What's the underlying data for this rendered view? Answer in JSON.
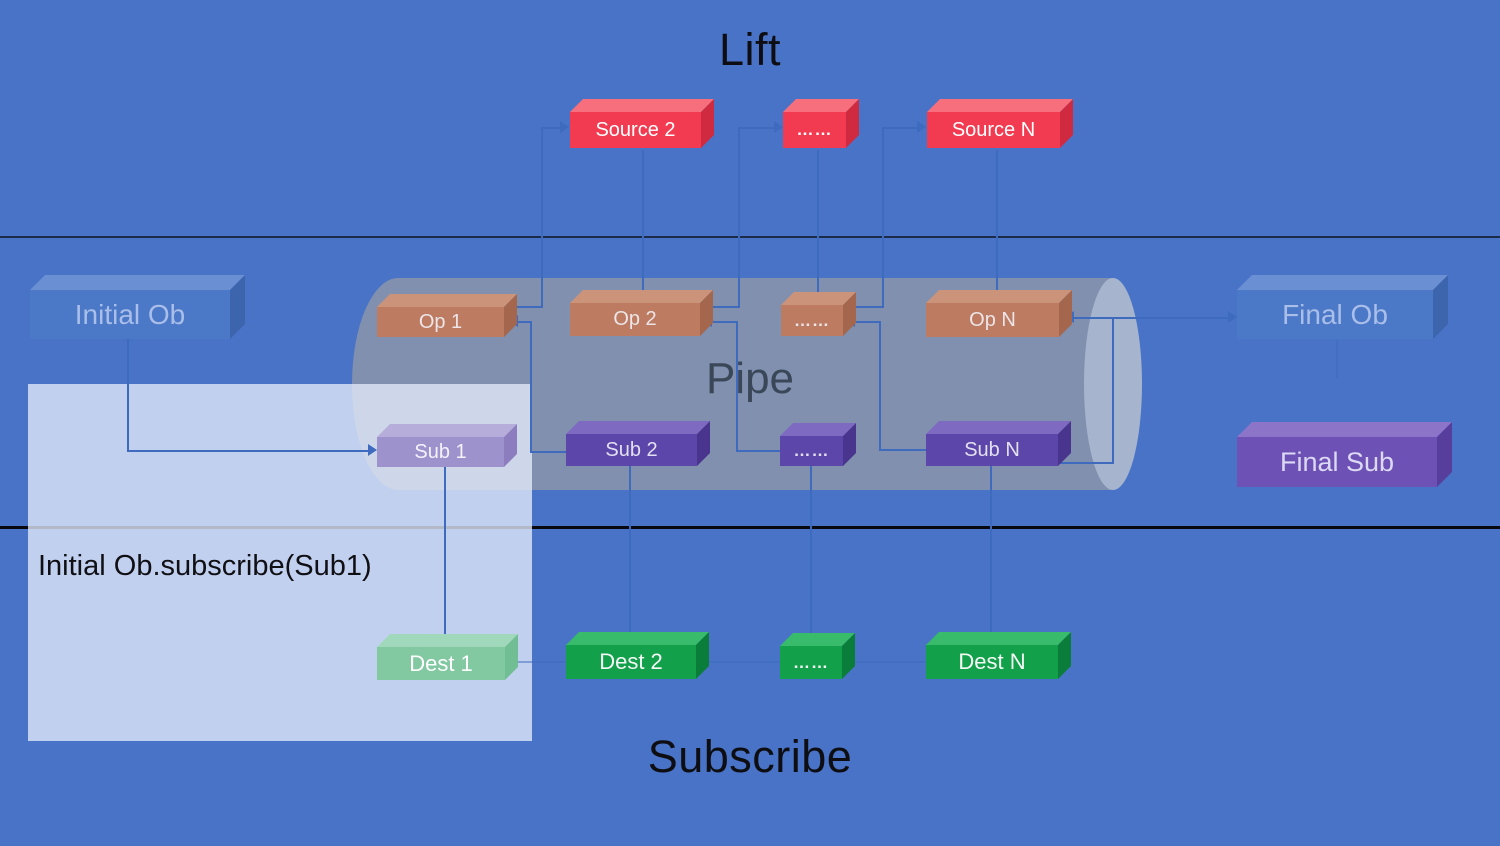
{
  "titles": {
    "lift": "Lift",
    "pipe": "Pipe",
    "subscribe": "Subscribe"
  },
  "overlay": {
    "note": "Initial Ob.subscribe(Sub1)"
  },
  "boxes": {
    "sources": [
      {
        "label": "Source 2"
      },
      {
        "label": "……"
      },
      {
        "label": "Source N"
      }
    ],
    "initial_ob": {
      "label": "Initial Ob"
    },
    "final_ob": {
      "label": "Final Ob"
    },
    "ops": [
      {
        "label": "Op 1"
      },
      {
        "label": "Op 2"
      },
      {
        "label": "……"
      },
      {
        "label": "Op N"
      }
    ],
    "subs": [
      {
        "label": "Sub 1"
      },
      {
        "label": "Sub 2"
      },
      {
        "label": "……"
      },
      {
        "label": "Sub N"
      }
    ],
    "final_sub": {
      "label": "Final Sub"
    },
    "dests": [
      {
        "label": "Dest 1"
      },
      {
        "label": "Dest 2"
      },
      {
        "label": "……"
      },
      {
        "label": "Dest N"
      }
    ]
  },
  "palette": {
    "bg": "#4873C7",
    "line": "#3E6BBE",
    "pipe": "#8090AE",
    "pipe_cap": "#A7B4CD",
    "overlay": "rgba(228,235,250,0.78)",
    "divider_top": "#1C2B47",
    "divider_bottom": "#07090F",
    "red_front": "#F23B50",
    "red_top": "#F76F7C",
    "red_side": "#D02A40",
    "orange_front": "#BD7B61",
    "orange_top": "#CC937B",
    "orange_side": "#A4664D",
    "purple_front": "#5D46AA",
    "purple_top": "#7E6BC1",
    "purple_side": "#49348E",
    "purple_light_front": "#9E92CD",
    "finalsub_front": "#6E51B4",
    "green_front": "#12A04B",
    "green_light_front": "#82C9A2",
    "ob_front": "#4C78C8",
    "ob_text": "#A9BEE8",
    "pipe_text": "#3A4759"
  }
}
